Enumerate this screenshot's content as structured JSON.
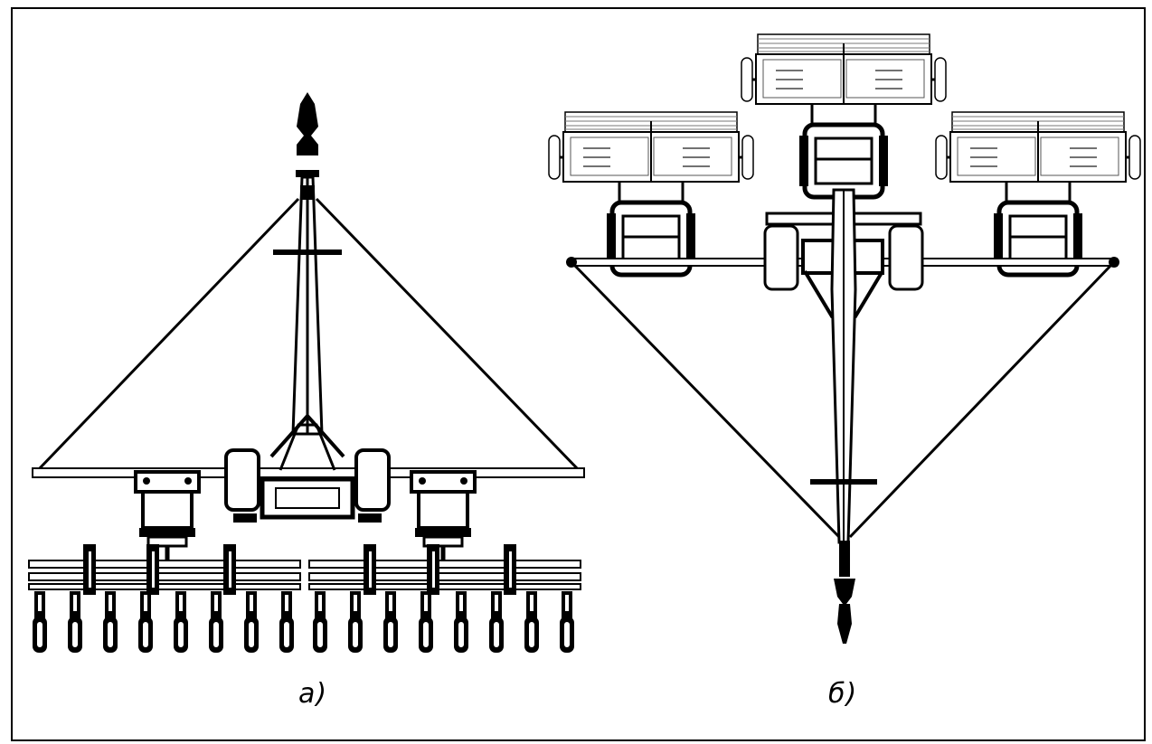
{
  "figure": {
    "caption_a": "а)",
    "caption_b": "б)",
    "colors": {
      "ink": "#000000",
      "paper": "#ffffff",
      "hatch": "#9a9a9a"
    },
    "panels": [
      {
        "id": "a",
        "sections": 2,
        "coulter_wheels_per_section": 8
      },
      {
        "id": "b",
        "seeder_units": 3
      }
    ]
  }
}
